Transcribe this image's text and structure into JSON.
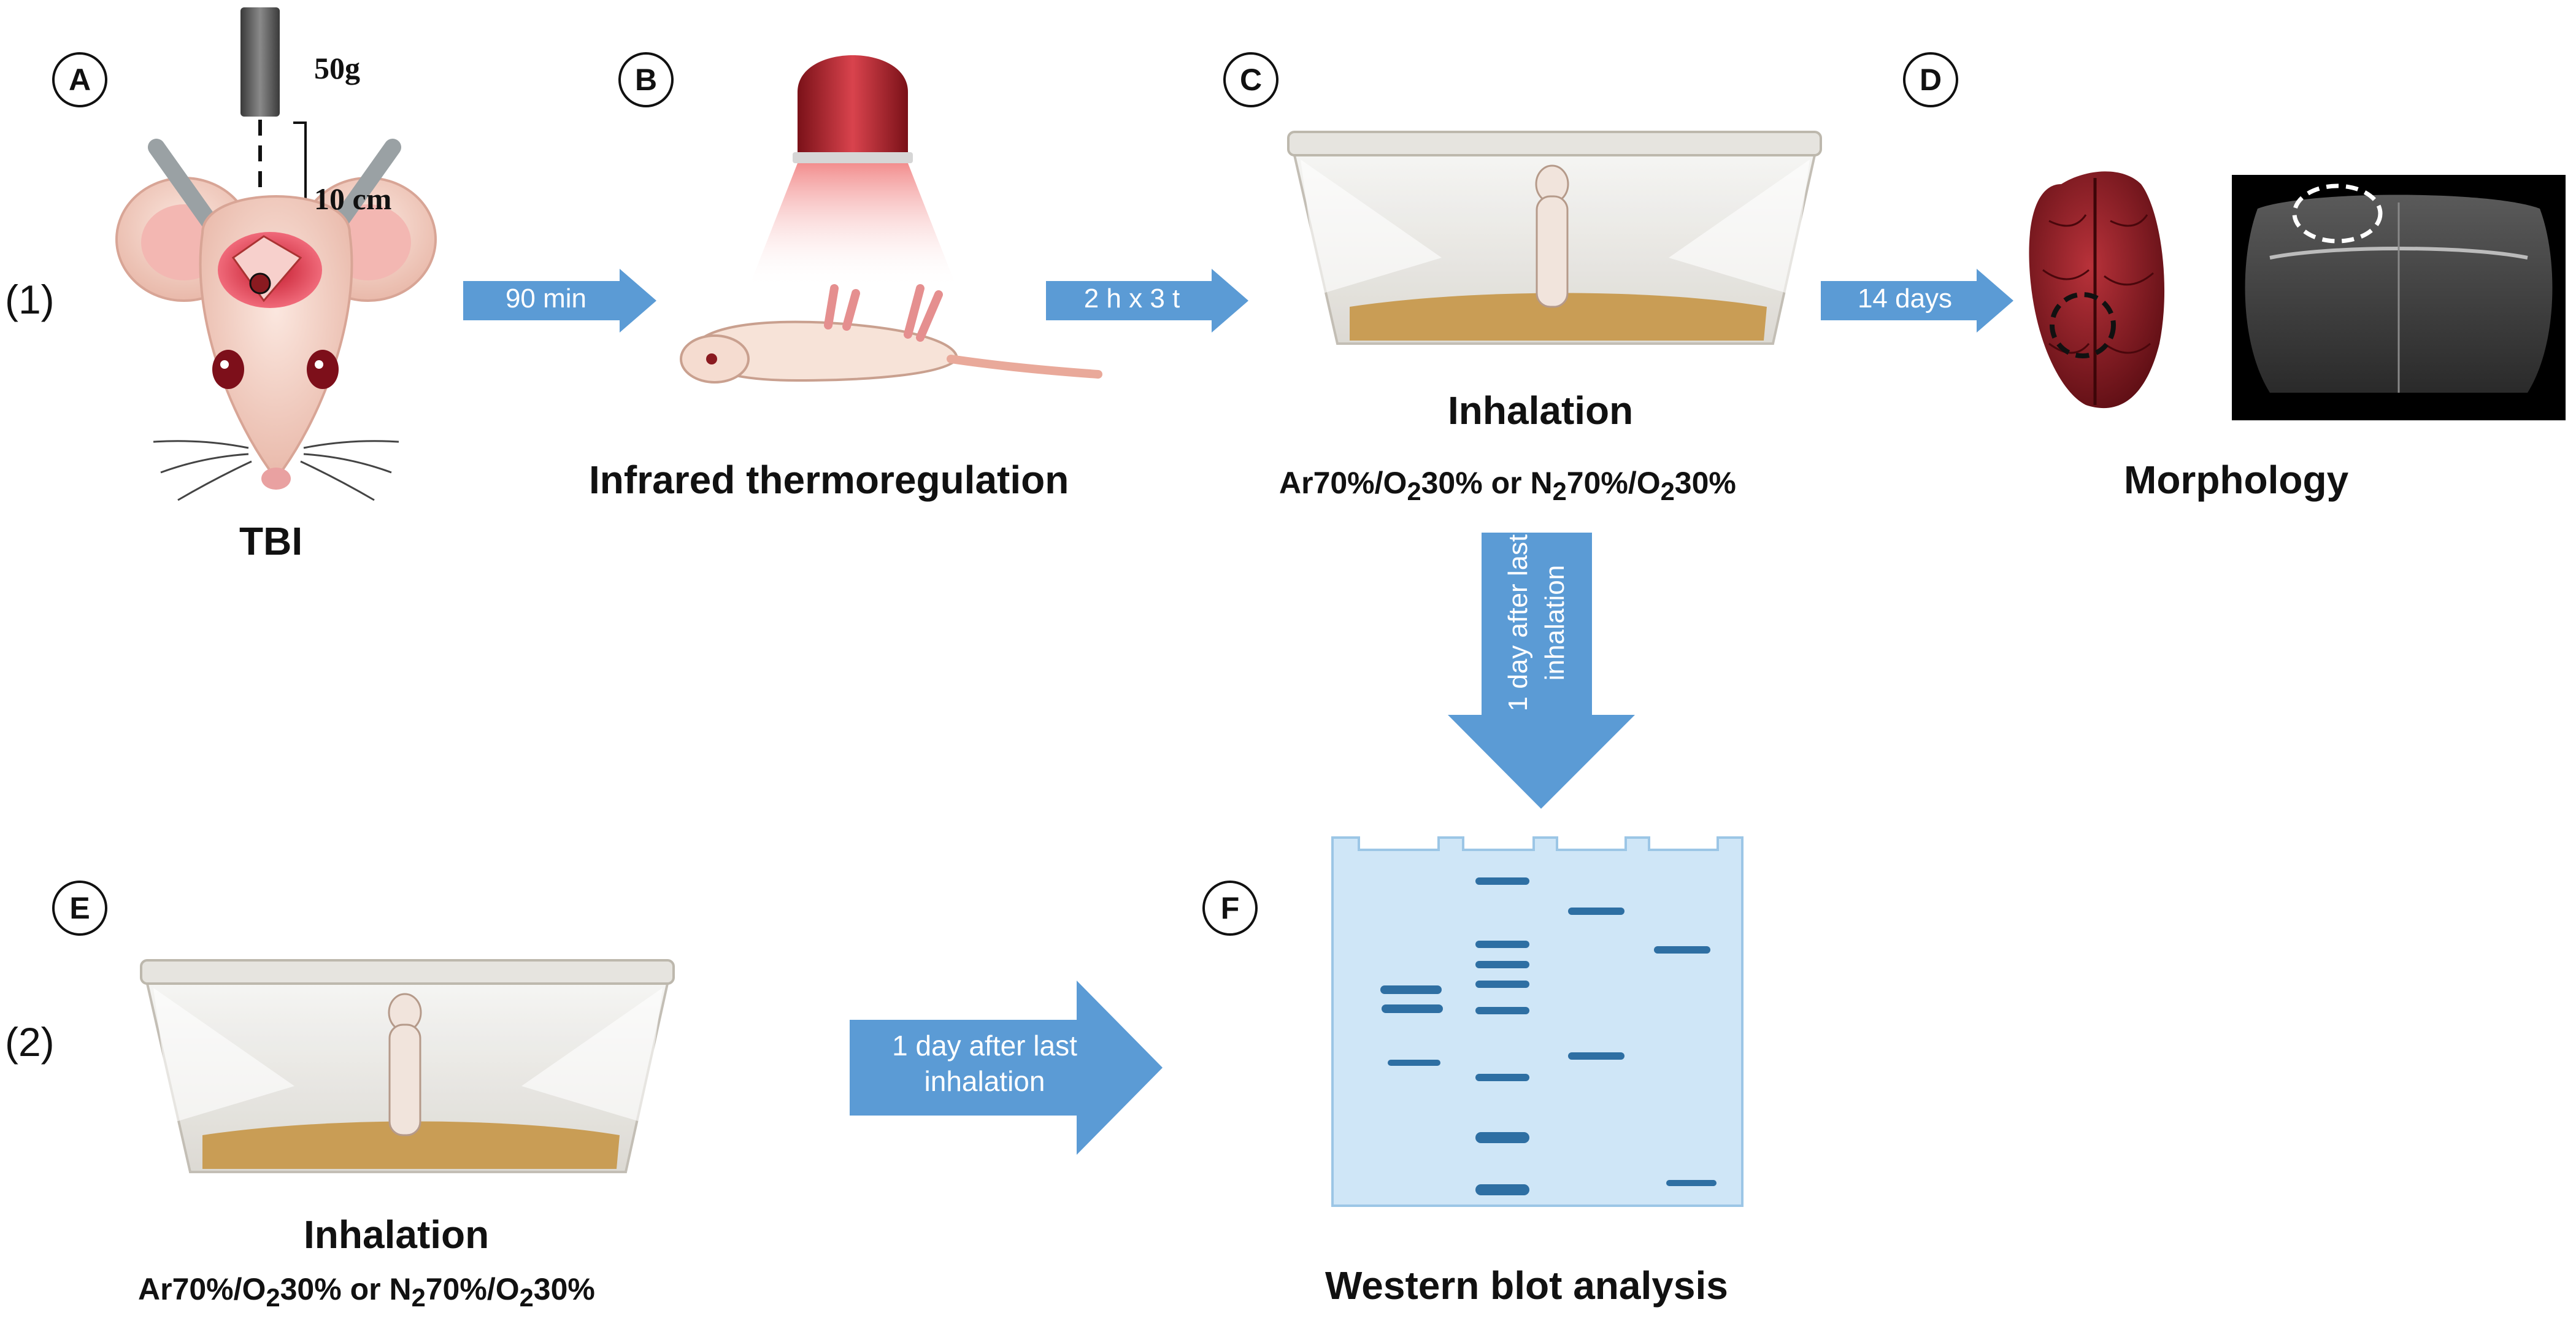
{
  "row_labels": {
    "row1": "(1)",
    "row2": "(2)"
  },
  "panels": {
    "A": {
      "letter": "A",
      "caption": "TBI",
      "weight": "50g",
      "height": "10 cm"
    },
    "B": {
      "letter": "B",
      "caption": "Infrared thermoregulation"
    },
    "C": {
      "letter": "C",
      "caption": "Inhalation",
      "gas_a": "Ar70%/O",
      "sub_a": "2",
      "gas_a_tail": "30% or N",
      "sub_b": "2",
      "gas_b": "70%/O",
      "sub_c": "2",
      "gas_c_tail": "30%"
    },
    "D": {
      "letter": "D",
      "caption": "Morphology"
    },
    "E": {
      "letter": "E",
      "caption": "Inhalation",
      "gas_a": "Ar70%/O",
      "sub_a": "2",
      "gas_a_tail": "30% or N",
      "sub_b": "2",
      "gas_b": "70%/O",
      "sub_c": "2",
      "gas_c_tail": "30%"
    },
    "F": {
      "letter": "F",
      "caption": "Western blot analysis"
    }
  },
  "arrows": {
    "a_to_b": "90 min",
    "b_to_c": "2 h x 3 t",
    "c_to_d": "14 days",
    "c_to_f_line1": "1 day after last",
    "c_to_f_line2": "inhalation",
    "e_to_f_line1": "1 day after last",
    "e_to_f_line2": "inhalation"
  },
  "colors": {
    "arrow": "#5b9bd5",
    "gel_bg": "#cfe6f7",
    "band": "#2e6fa3",
    "brain": "#8a1a1f",
    "skin": "#f2d3c8"
  }
}
